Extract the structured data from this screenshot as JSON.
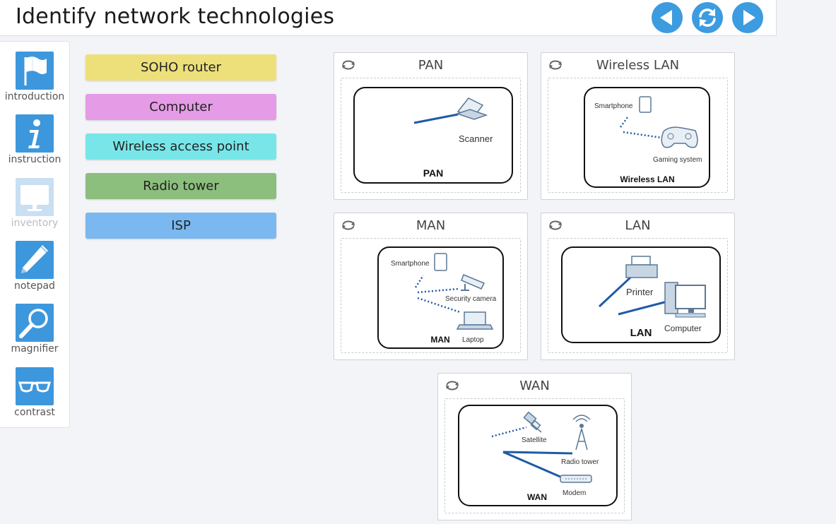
{
  "header": {
    "title": "Identify network technologies",
    "nav": {
      "back": "back-arrow",
      "reset": "refresh",
      "next": "forward-arrow"
    }
  },
  "sidebar": {
    "items": [
      {
        "label": "introduction",
        "icon": "flag-icon",
        "enabled": true
      },
      {
        "label": "instruction",
        "icon": "info-icon",
        "enabled": true
      },
      {
        "label": "inventory",
        "icon": "monitor-icon",
        "enabled": false
      },
      {
        "label": "notepad",
        "icon": "pencil-icon",
        "enabled": true
      },
      {
        "label": "magnifier",
        "icon": "magnifier-icon",
        "enabled": true
      },
      {
        "label": "contrast",
        "icon": "glasses-icon",
        "enabled": true
      }
    ]
  },
  "chips": [
    {
      "label": "SOHO router",
      "color": "#ede07b"
    },
    {
      "label": "Computer",
      "color": "#e59be6"
    },
    {
      "label": "Wireless access point",
      "color": "#78e6e8"
    },
    {
      "label": "Radio tower",
      "color": "#8cbe7e"
    },
    {
      "label": "ISP",
      "color": "#7ab8ef"
    }
  ],
  "cards": {
    "pan": {
      "title": "PAN",
      "labels": {
        "device": "Scanner",
        "net": "PAN"
      }
    },
    "wlan": {
      "title": "Wireless LAN",
      "labels": {
        "phone": "Smartphone",
        "game": "Gaming system",
        "net": "Wireless LAN"
      }
    },
    "man": {
      "title": "MAN",
      "labels": {
        "phone": "Smartphone",
        "camera": "Security camera",
        "laptop": "Laptop",
        "net": "MAN"
      }
    },
    "lan": {
      "title": "LAN",
      "labels": {
        "printer": "Printer",
        "computer": "Computer",
        "net": "LAN"
      }
    },
    "wan": {
      "title": "WAN",
      "labels": {
        "satellite": "Satellite",
        "tower": "Radio tower",
        "modem": "Modem",
        "net": "WAN"
      }
    }
  },
  "colors": {
    "accent": "#3d9be0",
    "link": "#1f5aa6"
  }
}
